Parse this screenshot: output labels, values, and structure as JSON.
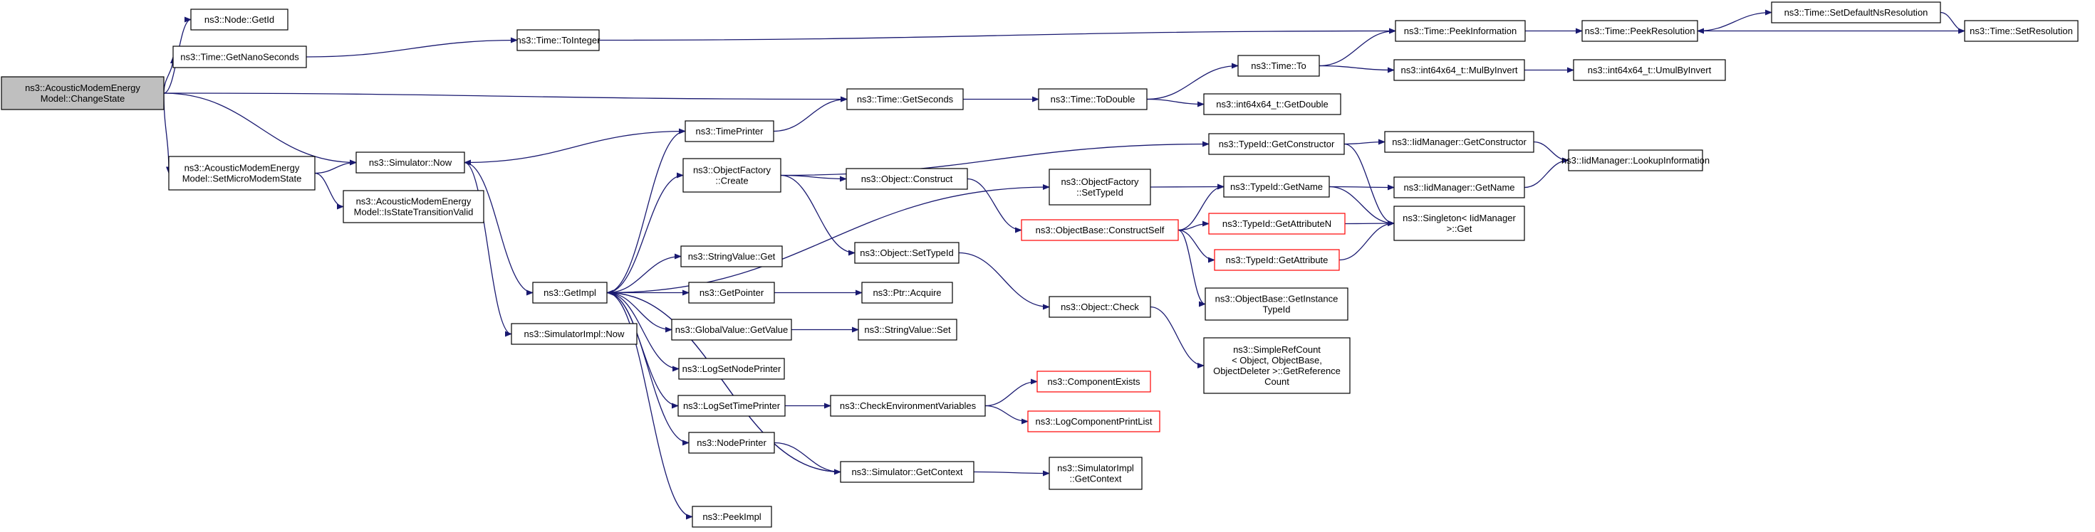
{
  "diagram": {
    "type": "call-graph",
    "nodes": [
      {
        "id": "root",
        "lines": [
          "ns3::AcousticModemEnergy",
          "Model::ChangeState"
        ],
        "kind": "root"
      },
      {
        "id": "getid",
        "lines": [
          "ns3::Node::GetId"
        ]
      },
      {
        "id": "getnano",
        "lines": [
          "ns3::Time::GetNanoSeconds"
        ]
      },
      {
        "id": "setmicro",
        "lines": [
          "ns3::AcousticModemEnergy",
          "Model::SetMicroModemState"
        ]
      },
      {
        "id": "isvalid",
        "lines": [
          "ns3::AcousticModemEnergy",
          "Model::IsStateTransitionValid"
        ]
      },
      {
        "id": "toint",
        "lines": [
          "ns3::Time::ToInteger"
        ]
      },
      {
        "id": "simnow",
        "lines": [
          "ns3::Simulator::Now"
        ]
      },
      {
        "id": "timeprinter",
        "lines": [
          "ns3::TimePrinter"
        ]
      },
      {
        "id": "getseconds",
        "lines": [
          "ns3::Time::GetSeconds"
        ]
      },
      {
        "id": "todouble",
        "lines": [
          "ns3::Time::ToDouble"
        ]
      },
      {
        "id": "timeto",
        "lines": [
          "ns3::Time::To"
        ]
      },
      {
        "id": "getdouble",
        "lines": [
          "ns3::int64x64_t::GetDouble"
        ]
      },
      {
        "id": "peekinfo",
        "lines": [
          "ns3::Time::PeekInformation"
        ]
      },
      {
        "id": "peekres",
        "lines": [
          "ns3::Time::PeekResolution"
        ]
      },
      {
        "id": "setdefns",
        "lines": [
          "ns3::Time::SetDefaultNsResolution"
        ]
      },
      {
        "id": "setres",
        "lines": [
          "ns3::Time::SetResolution"
        ]
      },
      {
        "id": "mulbyinv",
        "lines": [
          "ns3::int64x64_t::MulByInvert"
        ]
      },
      {
        "id": "umulbyinv",
        "lines": [
          "ns3::int64x64_t::UmulByInvert"
        ]
      },
      {
        "id": "getimpl",
        "lines": [
          "ns3::GetImpl"
        ]
      },
      {
        "id": "simimplnow",
        "lines": [
          "ns3::SimulatorImpl::Now"
        ]
      },
      {
        "id": "objfactcreate",
        "lines": [
          "ns3::ObjectFactory",
          "::Create"
        ]
      },
      {
        "id": "objconstruct",
        "lines": [
          "ns3::Object::Construct"
        ]
      },
      {
        "id": "objsettypeid",
        "lines": [
          "ns3::Object::SetTypeId"
        ]
      },
      {
        "id": "objcheck",
        "lines": [
          "ns3::Object::Check"
        ]
      },
      {
        "id": "stringget",
        "lines": [
          "ns3::StringValue::Get"
        ]
      },
      {
        "id": "getpointer",
        "lines": [
          "ns3::GetPointer"
        ]
      },
      {
        "id": "ptracquire",
        "lines": [
          "ns3::Ptr::Acquire"
        ]
      },
      {
        "id": "globalget",
        "lines": [
          "ns3::GlobalValue::GetValue"
        ]
      },
      {
        "id": "stringset",
        "lines": [
          "ns3::StringValue::Set"
        ]
      },
      {
        "id": "lognodeprinter",
        "lines": [
          "ns3::LogSetNodePrinter"
        ]
      },
      {
        "id": "logtimeprinter",
        "lines": [
          "ns3::LogSetTimePrinter"
        ]
      },
      {
        "id": "checkenv",
        "lines": [
          "ns3::CheckEnvironmentVariables"
        ]
      },
      {
        "id": "compexists",
        "lines": [
          "ns3::ComponentExists"
        ],
        "kind": "truncated"
      },
      {
        "id": "logcomplist",
        "lines": [
          "ns3::LogComponentPrintList"
        ],
        "kind": "truncated"
      },
      {
        "id": "nodeprinter",
        "lines": [
          "ns3::NodePrinter"
        ]
      },
      {
        "id": "simgetcontext",
        "lines": [
          "ns3::Simulator::GetContext"
        ]
      },
      {
        "id": "simimplgetcontext",
        "lines": [
          "ns3::SimulatorImpl",
          "::GetContext"
        ]
      },
      {
        "id": "peekimpl",
        "lines": [
          "ns3::PeekImpl"
        ]
      },
      {
        "id": "objfactsettypeid",
        "lines": [
          "ns3::ObjectFactory",
          "::SetTypeId"
        ]
      },
      {
        "id": "constructself",
        "lines": [
          "ns3::ObjectBase::ConstructSelf"
        ],
        "kind": "truncated"
      },
      {
        "id": "tidgetconstructor",
        "lines": [
          "ns3::TypeId::GetConstructor"
        ]
      },
      {
        "id": "tidgetname",
        "lines": [
          "ns3::TypeId::GetName"
        ]
      },
      {
        "id": "tidgetattrn",
        "lines": [
          "ns3::TypeId::GetAttributeN"
        ],
        "kind": "truncated"
      },
      {
        "id": "tidgetattr",
        "lines": [
          "ns3::TypeId::GetAttribute"
        ],
        "kind": "truncated"
      },
      {
        "id": "getinstancetid",
        "lines": [
          "ns3::ObjectBase::GetInstance",
          "TypeId"
        ]
      },
      {
        "id": "simplerefcount",
        "lines": [
          "ns3::SimpleRefCount",
          "< Object, ObjectBase,",
          "ObjectDeleter >::GetReference",
          "Count"
        ]
      },
      {
        "id": "iidgetconstructor",
        "lines": [
          "ns3::IidManager::GetConstructor"
        ]
      },
      {
        "id": "iidgetname",
        "lines": [
          "ns3::IidManager::GetName"
        ]
      },
      {
        "id": "singletonget",
        "lines": [
          "ns3::Singleton< IidManager",
          ">::Get"
        ]
      },
      {
        "id": "iidlookup",
        "lines": [
          "ns3::IidManager::LookupInformation"
        ]
      }
    ],
    "edges": [
      [
        "root",
        "getid"
      ],
      [
        "root",
        "getnano"
      ],
      [
        "root",
        "getseconds"
      ],
      [
        "root",
        "simnow"
      ],
      [
        "root",
        "setmicro"
      ],
      [
        "getnano",
        "toint"
      ],
      [
        "toint",
        "peekinfo"
      ],
      [
        "peekinfo",
        "peekres"
      ],
      [
        "peekres",
        "setdefns"
      ],
      [
        "setdefns",
        "setres"
      ],
      [
        "setres",
        "peekres"
      ],
      [
        "getseconds",
        "todouble"
      ],
      [
        "todouble",
        "timeto"
      ],
      [
        "todouble",
        "getdouble"
      ],
      [
        "timeto",
        "peekinfo"
      ],
      [
        "timeto",
        "mulbyinv"
      ],
      [
        "mulbyinv",
        "umulbyinv"
      ],
      [
        "setmicro",
        "simnow"
      ],
      [
        "setmicro",
        "isvalid"
      ],
      [
        "simnow",
        "getimpl"
      ],
      [
        "simnow",
        "simimplnow"
      ],
      [
        "timeprinter",
        "simnow"
      ],
      [
        "timeprinter",
        "getseconds"
      ],
      [
        "getimpl",
        "timeprinter"
      ],
      [
        "getimpl",
        "objfactcreate"
      ],
      [
        "getimpl",
        "objfactsettypeid"
      ],
      [
        "getimpl",
        "stringget"
      ],
      [
        "getimpl",
        "getpointer"
      ],
      [
        "getimpl",
        "globalget"
      ],
      [
        "getimpl",
        "lognodeprinter"
      ],
      [
        "getimpl",
        "logtimeprinter"
      ],
      [
        "getimpl",
        "nodeprinter"
      ],
      [
        "getimpl",
        "simgetcontext"
      ],
      [
        "getimpl",
        "peekimpl"
      ],
      [
        "objfactcreate",
        "tidgetconstructor"
      ],
      [
        "objfactcreate",
        "objconstruct"
      ],
      [
        "objfactcreate",
        "objsettypeid"
      ],
      [
        "objconstruct",
        "constructself"
      ],
      [
        "objsettypeid",
        "objcheck"
      ],
      [
        "objcheck",
        "simplerefcount"
      ],
      [
        "getpointer",
        "ptracquire"
      ],
      [
        "globalget",
        "stringset"
      ],
      [
        "logtimeprinter",
        "checkenv"
      ],
      [
        "checkenv",
        "compexists"
      ],
      [
        "checkenv",
        "logcomplist"
      ],
      [
        "nodeprinter",
        "simgetcontext"
      ],
      [
        "simgetcontext",
        "getimpl"
      ],
      [
        "simgetcontext",
        "simimplgetcontext"
      ],
      [
        "objfactsettypeid",
        "tidgetname"
      ],
      [
        "constructself",
        "tidgetname"
      ],
      [
        "constructself",
        "tidgetattrn"
      ],
      [
        "constructself",
        "tidgetattr"
      ],
      [
        "constructself",
        "getinstancetid"
      ],
      [
        "tidgetconstructor",
        "iidgetconstructor"
      ],
      [
        "tidgetconstructor",
        "singletonget"
      ],
      [
        "tidgetname",
        "iidgetname"
      ],
      [
        "tidgetname",
        "singletonget"
      ],
      [
        "tidgetattrn",
        "singletonget"
      ],
      [
        "tidgetattr",
        "singletonget"
      ],
      [
        "iidgetconstructor",
        "iidlookup"
      ],
      [
        "iidgetname",
        "iidlookup"
      ]
    ]
  },
  "colors": {
    "edge": "#191970",
    "node_border": "#000000",
    "node_fill": "#ffffff",
    "root_fill": "#bfbfbf",
    "truncated_border": "#ff0000"
  }
}
